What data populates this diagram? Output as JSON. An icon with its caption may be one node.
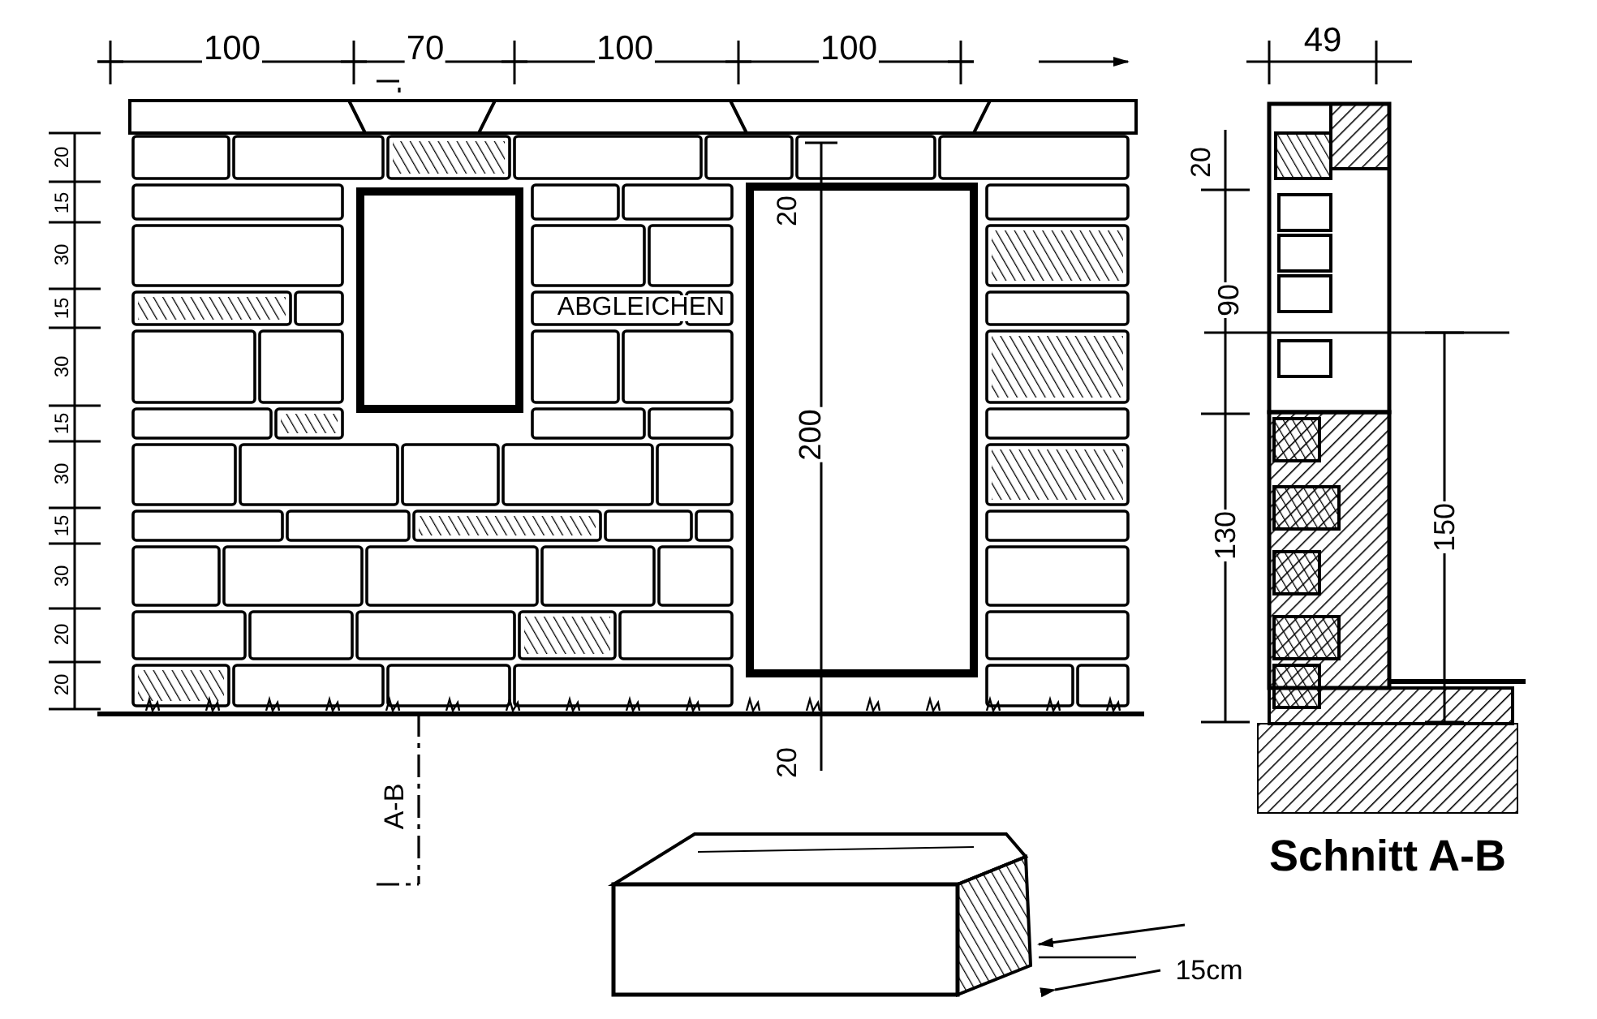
{
  "diagram": {
    "labels": [
      "100",
      "70",
      "100",
      "100",
      "49",
      "20",
      "15",
      "30",
      "15",
      "30",
      "15",
      "30",
      "15",
      "30",
      "20",
      "20",
      "20",
      "20",
      "ABGLEICHEN",
      "90",
      "200",
      "130",
      "150",
      "20",
      "A-B",
      "Schnitt A-B",
      "15cm"
    ]
  }
}
